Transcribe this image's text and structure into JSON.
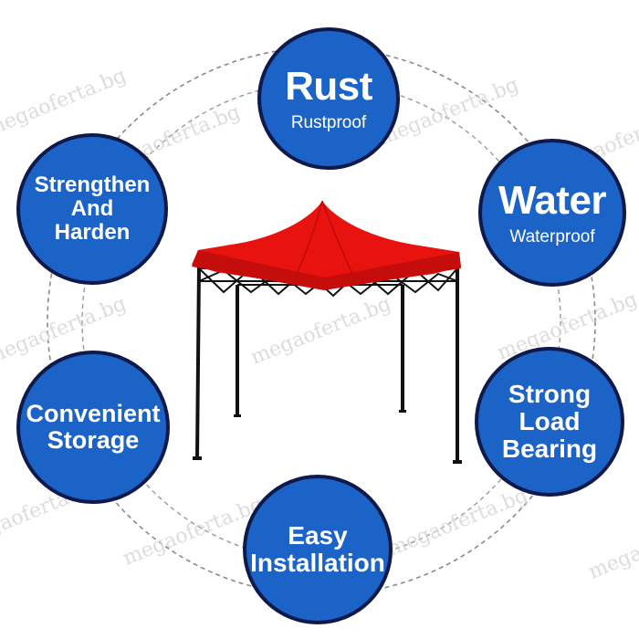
{
  "watermark": "megaoferta.bg",
  "colors": {
    "badge_fill": "#1b63c7",
    "badge_border": "#0f1a4a",
    "canopy": "#e8120f",
    "frame": "#111111",
    "ring": "#8a8a8a"
  },
  "badges": {
    "rust": {
      "title": "Rust",
      "subtitle": "Rustproof"
    },
    "water": {
      "title": "Water",
      "subtitle": "Waterproof"
    },
    "strong": {
      "lines": [
        "Strong",
        "Load",
        "Bearing"
      ]
    },
    "easy": {
      "lines": [
        "Easy",
        "Installation"
      ]
    },
    "storage": {
      "lines": [
        "Convenient",
        "Storage"
      ]
    },
    "harden": {
      "lines": [
        "Strengthen",
        "And",
        "Harden"
      ]
    }
  },
  "product_image": "red-pop-up-canopy-tent"
}
